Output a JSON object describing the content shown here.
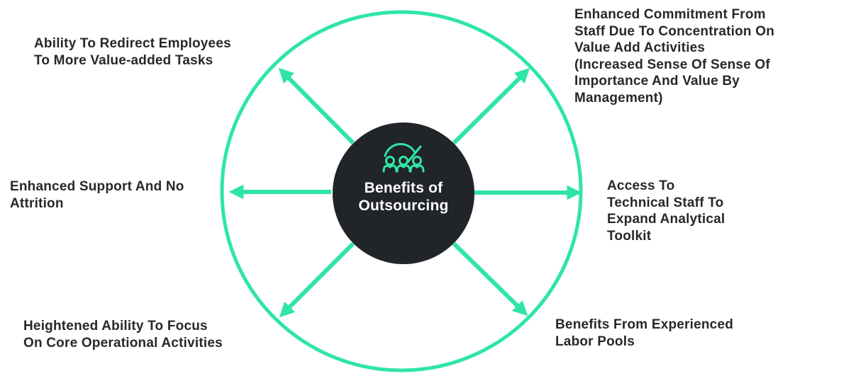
{
  "diagram": {
    "type": "radial-spoke-benefits-diagram",
    "title": "Benefits of Outsourcing",
    "center": {
      "label": "Benefits of\nOutsourcing",
      "icon": "team-under-gauge-icon"
    },
    "colors": {
      "accent_teal": "#2FE5A5",
      "center_circle_fill": "#212428",
      "label_text": "#282828",
      "center_text": "#FFFFFF",
      "background": "#FFFFFF"
    },
    "benefits": [
      {
        "position": "top-left",
        "label": "Ability To Redirect Employees\nTo More Value-added Tasks"
      },
      {
        "position": "top-right",
        "label": "Enhanced Commitment From\nStaff Due To Concentration On\nValue Add Activities\n(Increased Sense Of Sense Of\nImportance And Value By\nManagement)"
      },
      {
        "position": "middle-left",
        "label": "Enhanced Support And No\nAttrition"
      },
      {
        "position": "middle-right",
        "label": "Access To\nTechnical Staff To\nExpand Analytical\nToolkit"
      },
      {
        "position": "bottom-left",
        "label": "Heightened Ability To Focus\nOn Core Operational Activities"
      },
      {
        "position": "bottom-right",
        "label": "Benefits From Experienced\nLabor Pools"
      }
    ]
  }
}
